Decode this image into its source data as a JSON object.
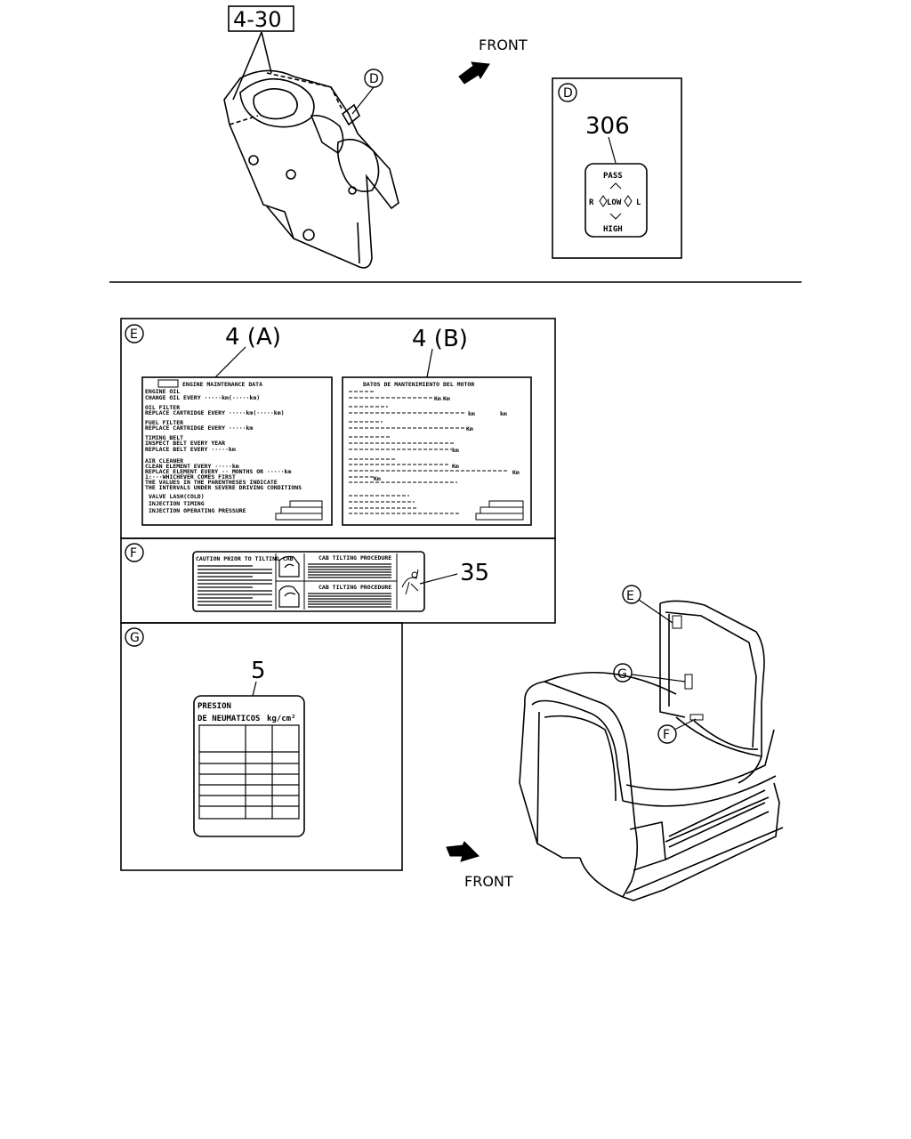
{
  "top": {
    "callout_4_30": "4-30",
    "front_label": "FRONT",
    "callout_D": "D"
  },
  "detail_D": {
    "letter": "D",
    "part_no": "306",
    "switch": {
      "pass": "PASS",
      "r": "R",
      "low": "LOW",
      "l": "L",
      "high": "HIGH"
    }
  },
  "panel_E": {
    "letter": "E",
    "part_a": "4 (A)",
    "part_b": "4 (B)",
    "label_a": {
      "title": "ENGINE MAINTENANCE DATA",
      "lines": [
        "ENGINE OIL",
        "CHANGE OIL EVERY ·····km(·····km)",
        "OIL FILTER",
        "REPLACE CARTRIDGE EVERY ·····km(·····km)",
        "FUEL FILTER",
        "REPLACE CARTRIDGE EVERY ·····km",
        "TIMING BELT",
        "INSPECT BELT EVERY YEAR",
        "REPLACE BELT EVERY ·····km",
        "AIR CLEANER",
        "CLEAN ELEMENT EVERY ·····km",
        "REPLACE ELEMENT EVERY ·· MONTHS OR ·····km",
        "1:···WHICHEVER COMES FIRST",
        "THE VALUES IN THE PARENTHESES INDICATE",
        "THE INTERVALS UNDER SEVERE DRIVING CONDITIONS",
        "VALVE LASH(COLD)",
        "INJECTION TIMING",
        "INJECTION OPERATING PRESSURE"
      ]
    },
    "label_b": {
      "title": "DATOS DE MANTENIMIENTO DEL MOTOR",
      "units": [
        "Km",
        "km",
        "Km",
        "km",
        "Km",
        "Km",
        "Km",
        "km",
        "Km"
      ]
    }
  },
  "panel_F": {
    "letter": "F",
    "part_no": "35",
    "label": {
      "caution": "CAUTION PRIOR TO TILTING CAB",
      "tilt": "CAB TILTING PROCEDURE",
      "down": "CAB TILTING PROCEDURE"
    }
  },
  "panel_G": {
    "letter": "G",
    "part_no": "5",
    "label": {
      "line1": "PRESION",
      "line2": "DE NEUMATICOS",
      "unit": "kg/cm²"
    }
  },
  "cab": {
    "front_label": "FRONT",
    "callouts": [
      "E",
      "G",
      "F"
    ]
  }
}
